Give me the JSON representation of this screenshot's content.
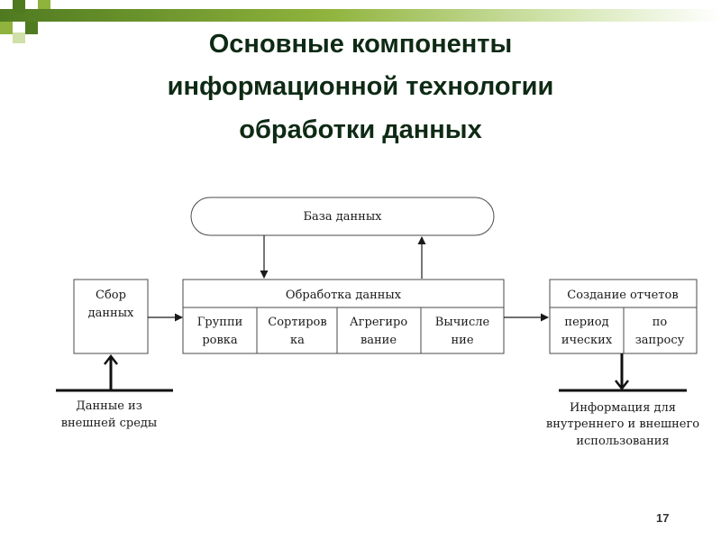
{
  "slide": {
    "title_line1": "Основные компоненты",
    "title_line2": "информационной технологии",
    "title_line3": "обработки данных",
    "page_number": "17"
  },
  "colors": {
    "accent_dark": "#4f7a20",
    "accent_mid": "#8fb33c",
    "accent_light": "#cfe0a8",
    "title": "#0e2a14"
  },
  "diagram": {
    "database": "База данных",
    "collection": {
      "line1": "Сбор",
      "line2": "данных"
    },
    "processing": {
      "header": "Обработка данных",
      "cells": [
        {
          "line1": "Группи",
          "line2": "ровка"
        },
        {
          "line1": "Сортиров",
          "line2": "ка"
        },
        {
          "line1": "Агрегиро",
          "line2": "вание"
        },
        {
          "line1": "Вычисле",
          "line2": "ние"
        }
      ]
    },
    "reports": {
      "header": "Создание отчетов",
      "cells": [
        {
          "line1": "период",
          "line2": "ических"
        },
        {
          "line1": "по",
          "line2": "запросу"
        }
      ]
    },
    "input_label": {
      "line1": "Данные из",
      "line2": "внешней среды"
    },
    "output_label": {
      "line1": "Информация для",
      "line2": "внутреннего и внешнего",
      "line3": "использования"
    }
  }
}
